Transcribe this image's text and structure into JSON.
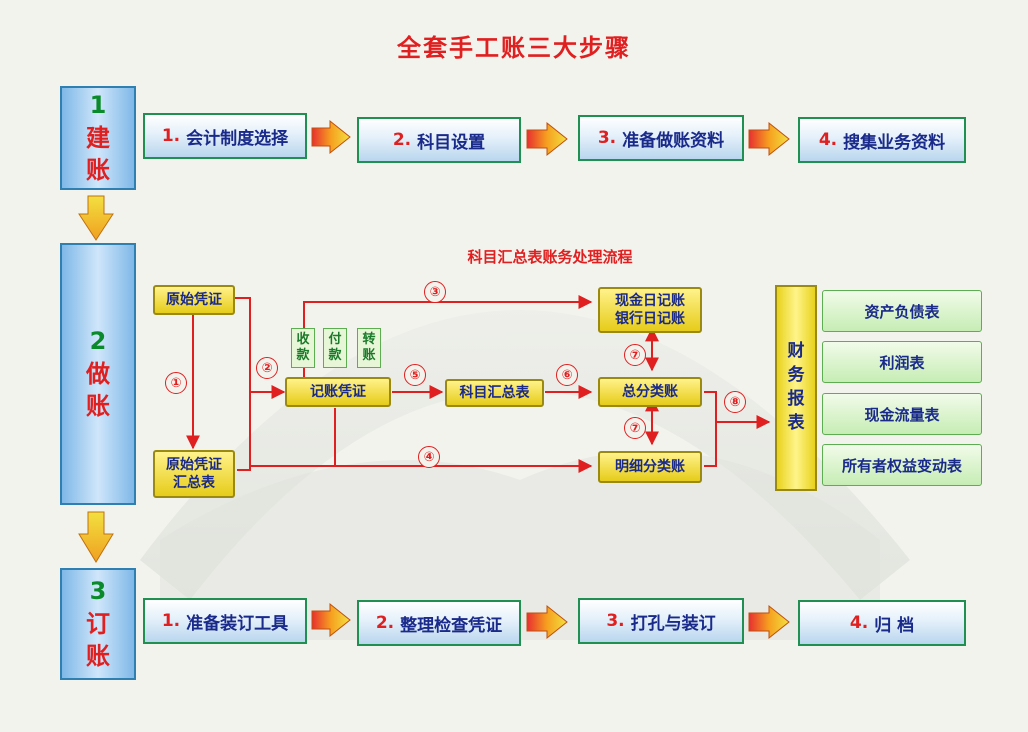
{
  "title": "全套手工账三大步骤",
  "flow_title": "科目汇总表账务处理流程",
  "stages": [
    {
      "num": "1",
      "chars": [
        "建",
        "账"
      ]
    },
    {
      "num": "2",
      "chars": [
        "做",
        "账"
      ]
    },
    {
      "num": "3",
      "chars": [
        "订",
        "账"
      ]
    }
  ],
  "setup_steps": [
    {
      "num": "1.",
      "label": "会计制度选择"
    },
    {
      "num": "2.",
      "label": "科目设置"
    },
    {
      "num": "3.",
      "label": "准备做账资料"
    },
    {
      "num": "4.",
      "label": "搜集业务资料"
    }
  ],
  "binding_steps": [
    {
      "num": "1.",
      "label": "准备装订工具"
    },
    {
      "num": "2.",
      "label": "整理检查凭证"
    },
    {
      "num": "3.",
      "label": "打孔与装订"
    },
    {
      "num": "4.",
      "label": "归 档"
    }
  ],
  "flow": {
    "original_voucher": "原始凭证",
    "original_summary_line1": "原始凭证",
    "original_summary_line2": "汇总表",
    "voucher_types": [
      {
        "line1": "收",
        "line2": "款"
      },
      {
        "line1": "付",
        "line2": "款"
      },
      {
        "line1": "转",
        "line2": "账"
      }
    ],
    "bookkeeping_voucher": "记账凭证",
    "account_summary": "科目汇总表",
    "journal_line1": "现金日记账",
    "journal_line2": "银行日记账",
    "general_ledger": "总分类账",
    "detail_ledger": "明细分类账",
    "financial_reports_chars": [
      "财",
      "务",
      "报",
      "表"
    ],
    "reports": [
      "资产负债表",
      "利润表",
      "现金流量表",
      "所有者权益变动表"
    ],
    "markers": [
      "①",
      "②",
      "③",
      "④",
      "⑤",
      "⑥",
      "⑦",
      "⑦",
      "⑧"
    ]
  },
  "colors": {
    "title_red": "#e02020",
    "stage_blue": "#7fb8e8",
    "step_border_green": "#1f8f52",
    "flow_yellow": "#e6cc1a",
    "report_green": "#c6edb4"
  }
}
